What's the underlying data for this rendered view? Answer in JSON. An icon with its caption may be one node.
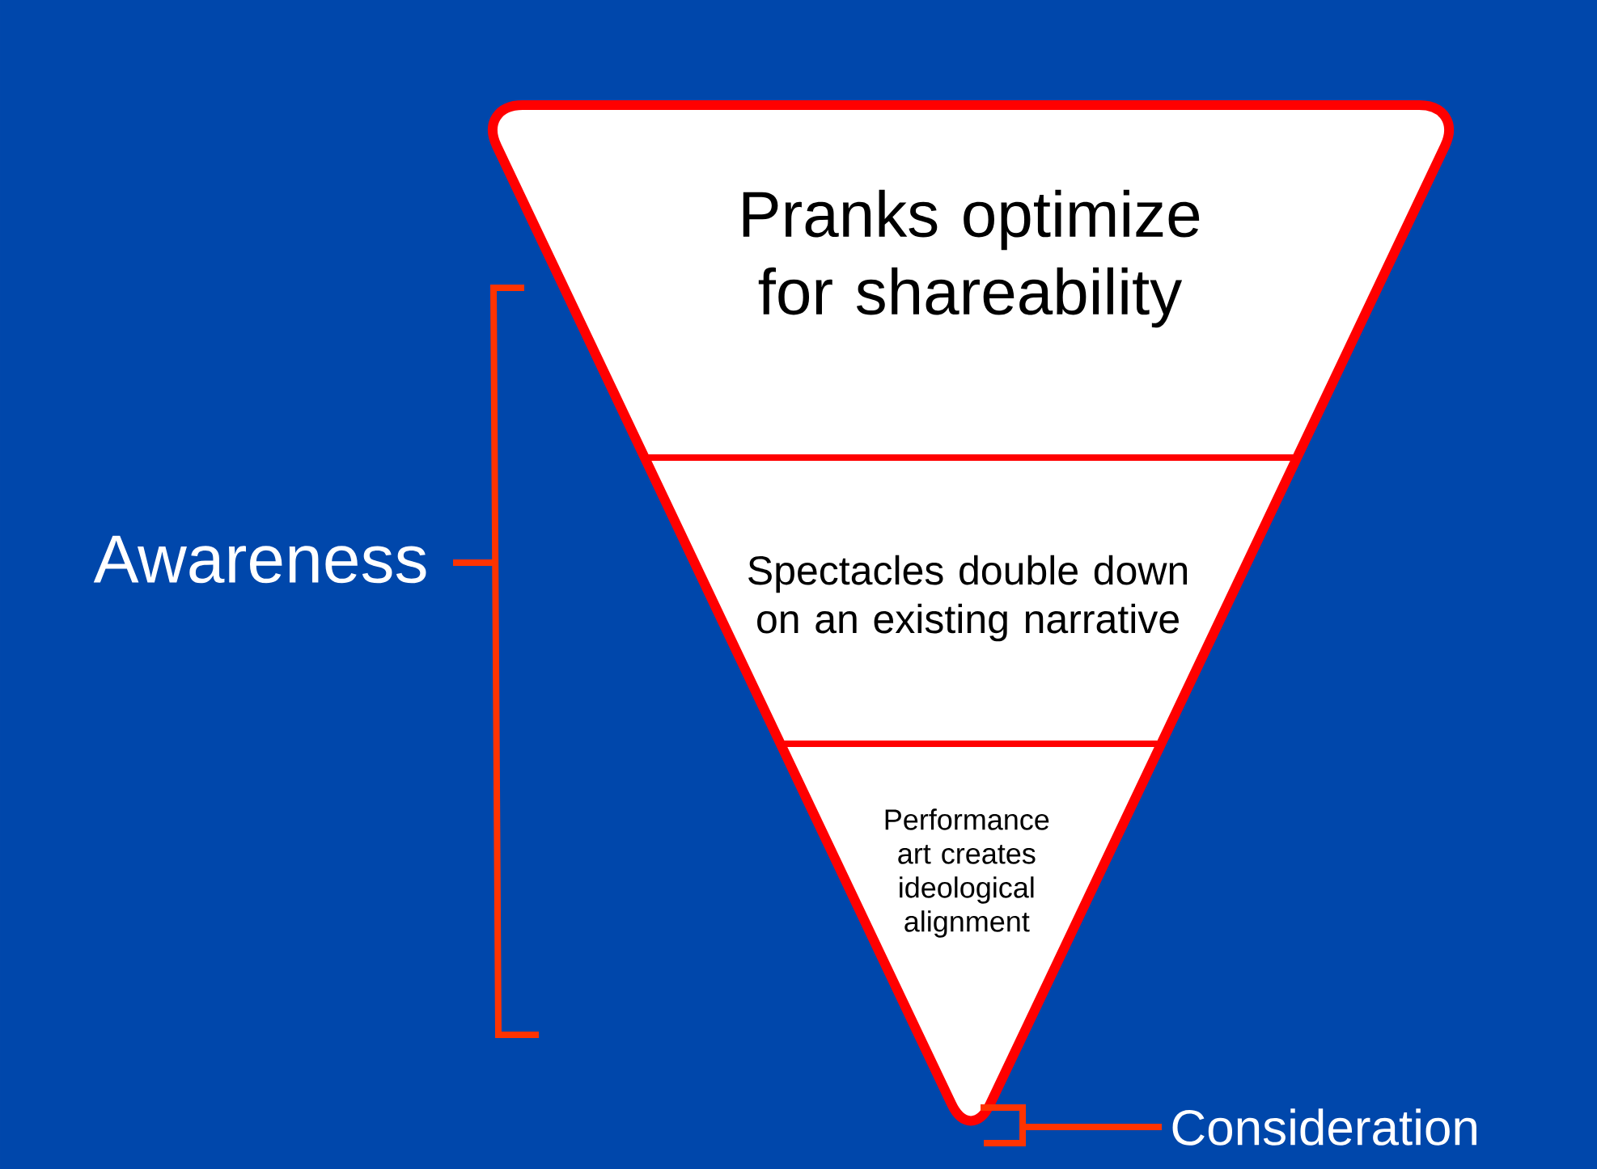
{
  "diagram": {
    "nodes": [
      {
        "text": [
          "Pranks optimize for shareability"
        ]
      },
      {
        "text": [
          "Spectacles double down on an existing narrative"
        ]
      },
      {
        "text": [
          "Performance art creates ideological alignment"
        ]
      }
    ],
    "labels": [
      "Awareness",
      "Consideration"
    ]
  }
}
